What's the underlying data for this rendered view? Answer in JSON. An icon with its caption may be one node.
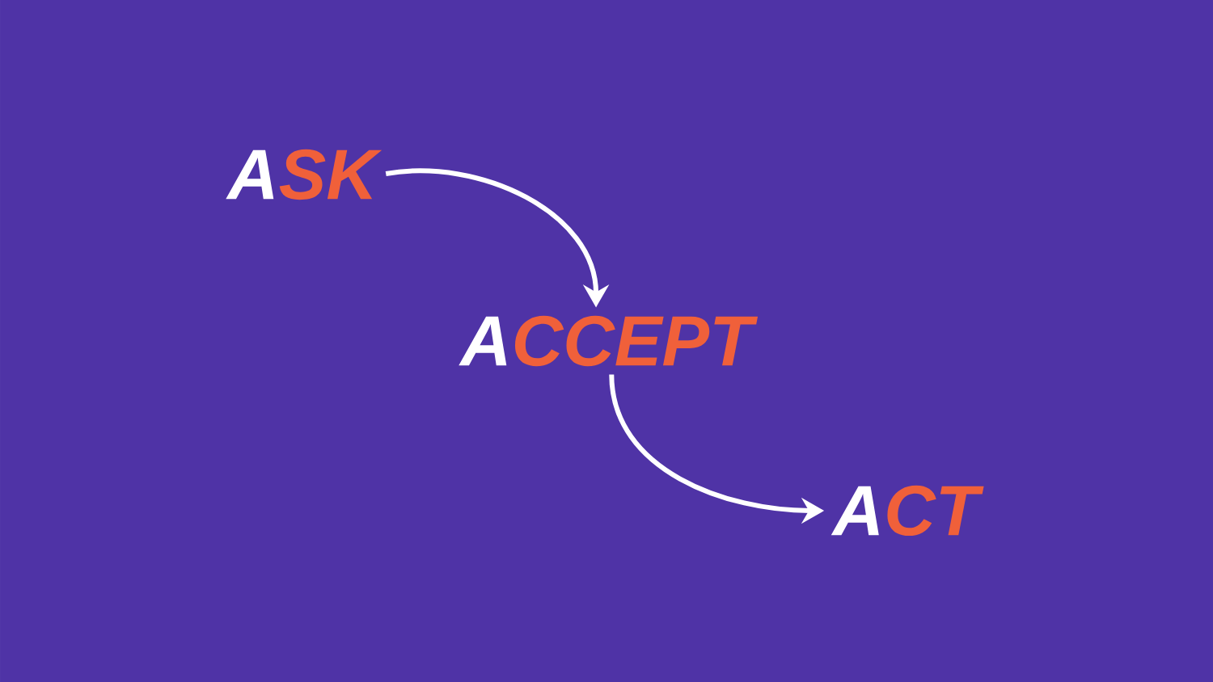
{
  "diagram": {
    "nodes": [
      {
        "text": [
          "A",
          "SK"
        ]
      },
      {
        "text": [
          "A",
          "CCEPT"
        ]
      },
      {
        "text": [
          "A",
          "CT"
        ]
      }
    ],
    "edges": [
      {
        "from": 0,
        "to": 1,
        "arrow": "to"
      },
      {
        "from": 1,
        "to": 2,
        "arrow": "to"
      }
    ]
  }
}
